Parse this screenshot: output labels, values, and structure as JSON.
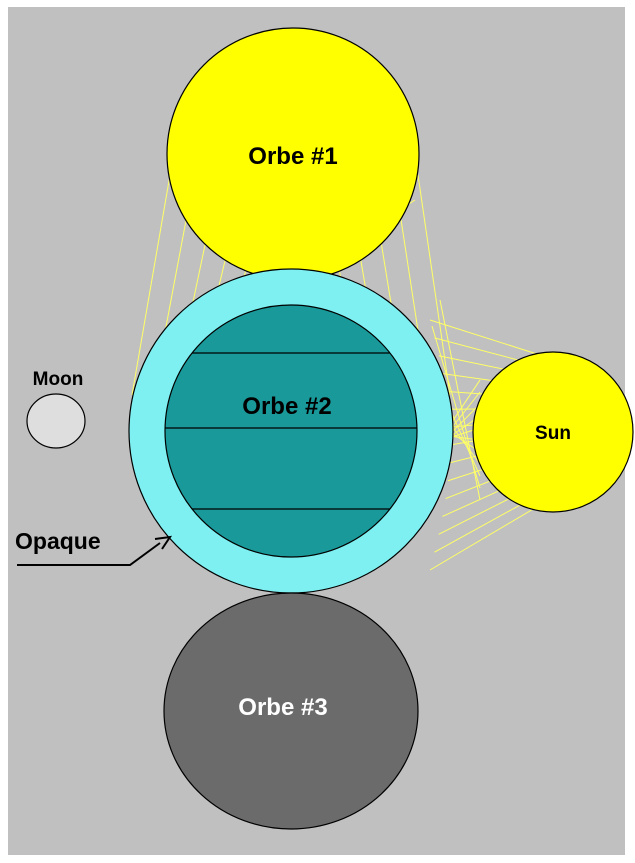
{
  "labels": {
    "orbe1": "Orbe #1",
    "orbe2": "Orbe #2",
    "orbe3": "Orbe #3",
    "sun": "Sun",
    "moon": "Moon",
    "opaque": "Opaque"
  },
  "colors": {
    "background": "#c0c0c0",
    "border": "#ffffff",
    "yellow": "#ffff00",
    "ray": "#ffff66",
    "teal": "#199999",
    "cyan_ring": "#7ff0f2",
    "moon": "#dedede",
    "grey_orb": "#6b6b6b",
    "ink": "#000000",
    "white_text": "#ffffff"
  }
}
